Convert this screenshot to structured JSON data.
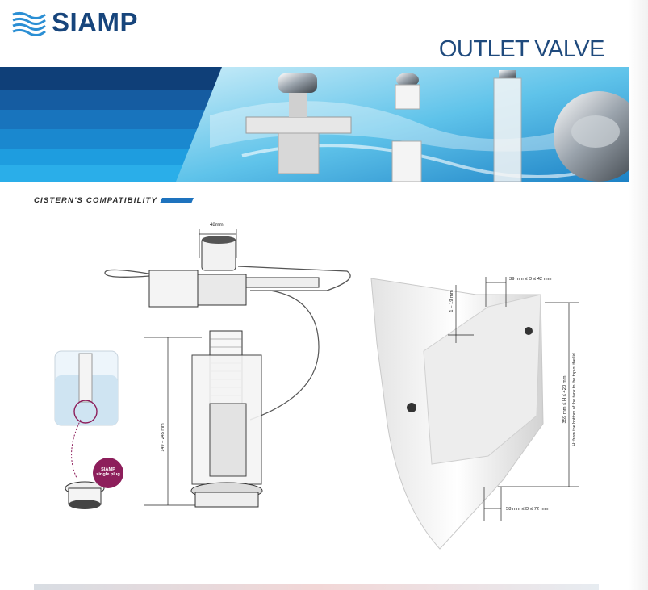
{
  "brand": {
    "name": "SIAMP"
  },
  "page": {
    "title": "OUTLET VALVE"
  },
  "section": {
    "label": "CISTERN'S COMPATIBILITY"
  },
  "left_figure": {
    "top_width": "48mm",
    "height_range": "149 – 245 mm",
    "plug_badge": "SIAMP single plug"
  },
  "right_figure": {
    "top_gap": "1 – 19 mm",
    "top_diameter": "39 mm ≤ D ≤ 42 mm",
    "height_range": "359 mm ≤ H ≤ 420 mm",
    "height_note": "H: from the bottom of the tank to the top of the lid",
    "bottom_diameter": "58 mm ≤ D ≤ 72 mm"
  },
  "colors": {
    "brand_blue": "#17457c",
    "accent_blue": "#1e73be",
    "badge": "#8d1e5b"
  }
}
